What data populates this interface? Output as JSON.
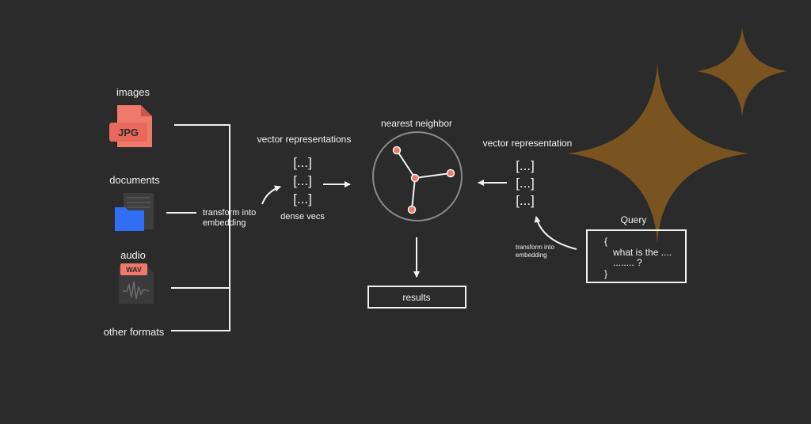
{
  "sources": {
    "images": "images",
    "documents": "documents",
    "audio": "audio",
    "other": "other formats"
  },
  "icons": {
    "jpg_label": "JPG",
    "wav_label": "WAV",
    "jpg_color": "#f07a6a",
    "folder_color": "#2f6ef5",
    "wav_color": "#f07a6a"
  },
  "transform_left": [
    "transform into",
    "embedding"
  ],
  "vector_representations": "vector representations",
  "dense_vecs": "dense vecs",
  "nearest_neighbor": "nearest neighbor",
  "vector_representation": "vector representation",
  "vector_items": [
    "[...]",
    "[...]",
    "[...]"
  ],
  "transform_right": [
    "transform into",
    "embedding"
  ],
  "query": {
    "title": "Query",
    "lines": [
      "{",
      "what is the ....",
      "........ ?",
      "}"
    ]
  },
  "results": "results",
  "colors": {
    "background": "#2b2b2b",
    "line": "#f2f2f2",
    "circle": "#8a8a8a",
    "node": "#f07a6a",
    "sparkle": "#7a5420"
  }
}
